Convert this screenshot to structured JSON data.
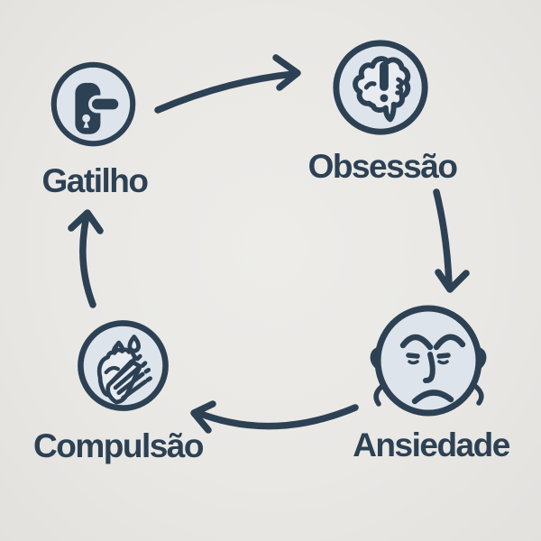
{
  "diagram": {
    "type": "cycle",
    "language": "pt-BR",
    "topic": "ciclo-toc",
    "nodes": [
      {
        "id": "gatilho",
        "label": "Gatilho",
        "icon": "door-handle-icon"
      },
      {
        "id": "obsessao",
        "label": "Obsessão",
        "icon": "brain-exclamation-icon"
      },
      {
        "id": "ansiedade",
        "label": "Ansiedade",
        "icon": "anxious-face-icon"
      },
      {
        "id": "compulsao",
        "label": "Compulsão",
        "icon": "hand-washing-icon"
      }
    ],
    "edges": [
      {
        "from": "gatilho",
        "to": "obsessao"
      },
      {
        "from": "obsessao",
        "to": "ansiedade"
      },
      {
        "from": "ansiedade",
        "to": "compulsao"
      },
      {
        "from": "compulsao",
        "to": "gatilho"
      }
    ],
    "colors": {
      "background": "#e9e8e5",
      "ink": "#2d4154",
      "node_fill": "#dee4eb",
      "icon_inner_fill": "#e8ecf1"
    }
  }
}
